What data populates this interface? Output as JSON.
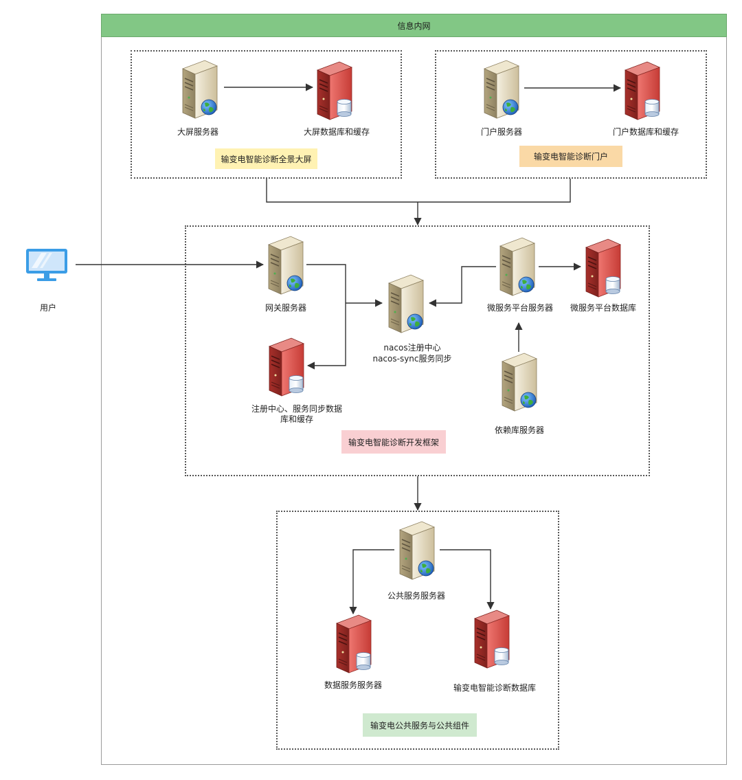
{
  "network": {
    "title": "信息内网"
  },
  "user": {
    "label": "用户"
  },
  "groups": {
    "bigscreen": {
      "tag": "输变电智能诊断全景大屏",
      "server": "大屏服务器",
      "db": "大屏数据库和缓存"
    },
    "portal": {
      "tag": "输变电智能诊断门户",
      "server": "门户服务器",
      "db": "门户数据库和缓存"
    },
    "framework": {
      "tag": "输变电智能诊断开发框架",
      "gateway": "网关服务器",
      "nacos_line1": "nacos注册中心",
      "nacos_line2": "nacos-sync服务同步",
      "registry_db_line1": "注册中心、服务同步数据",
      "registry_db_line2": "库和缓存",
      "microservice": "微服务平台服务器",
      "microservice_db": "微服务平台数据库",
      "dependency": "依赖库服务器"
    },
    "public": {
      "tag": "输变电公共服务与公共组件",
      "server": "公共服务服务器",
      "data_server": "数据服务服务器",
      "diag_db": "输变电智能诊断数据库"
    }
  },
  "colors": {
    "header": "#82c785",
    "tag_bigscreen": "#fff2b3",
    "tag_portal": "#fad9a6",
    "tag_framework": "#f9cfd2",
    "tag_public": "#cfe9cf",
    "server_body": "#e5dcc4",
    "db_body": "#d9534f",
    "monitor": "#3b9de6"
  }
}
